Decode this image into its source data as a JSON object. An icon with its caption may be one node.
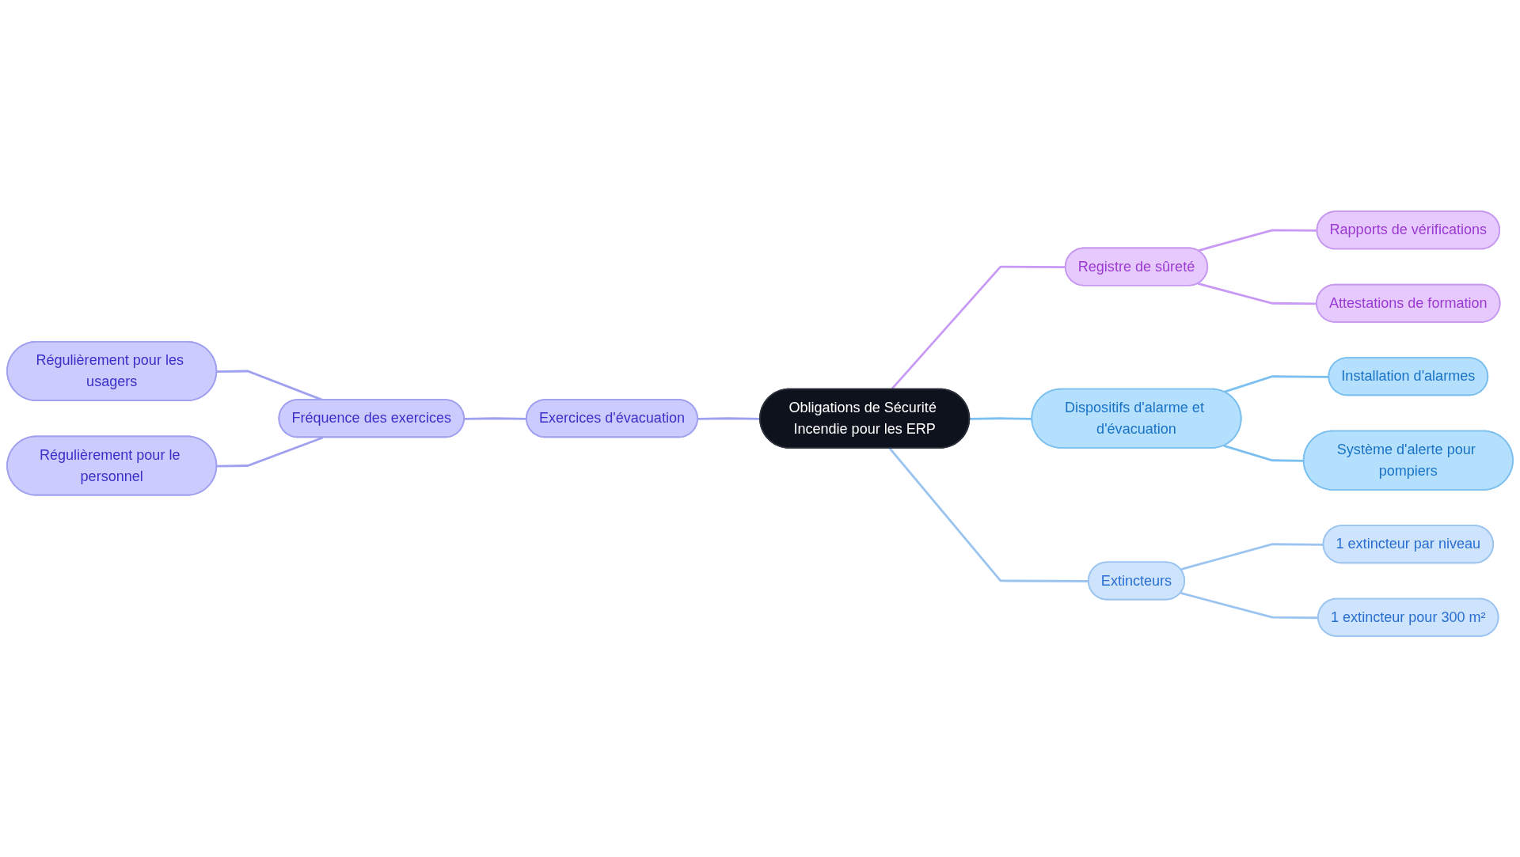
{
  "diagram": {
    "nodes": [
      {
        "text": [
          "Obligations de Sécurité Incendie pour les ERP"
        ]
      },
      {
        "text": [
          "Exercices d'évacuation"
        ]
      },
      {
        "text": [
          "Fréquence des exercices"
        ]
      },
      {
        "text": [
          "Régulièrement pour les usagers"
        ]
      },
      {
        "text": [
          "Régulièrement pour le personnel"
        ]
      },
      {
        "text": [
          "Registre de sûreté"
        ]
      },
      {
        "text": [
          "Rapports de vérifications"
        ]
      },
      {
        "text": [
          "Attestations de formation"
        ]
      },
      {
        "text": [
          "Dispositifs d'alarme et d'évacuation"
        ]
      },
      {
        "text": [
          "Installation d'alarmes"
        ]
      },
      {
        "text": [
          "Système d'alerte pour pompiers"
        ]
      },
      {
        "text": [
          "Extincteurs"
        ]
      },
      {
        "text": [
          "1 extincteur par niveau"
        ]
      },
      {
        "text": [
          "1 extincteur pour 300 m²"
        ]
      }
    ],
    "edges": [
      {
        "from": 1,
        "to": 0,
        "arrow": "none"
      },
      {
        "from": 2,
        "to": 1,
        "arrow": "none"
      },
      {
        "from": 3,
        "to": 2,
        "arrow": "none"
      },
      {
        "from": 4,
        "to": 2,
        "arrow": "none"
      },
      {
        "from": 0,
        "to": 5,
        "arrow": "none",
        "color": "#c89af5"
      },
      {
        "from": 5,
        "to": 6,
        "arrow": "none",
        "color": "#c89af5"
      },
      {
        "from": 5,
        "to": 7,
        "arrow": "none",
        "color": "#c89af5"
      },
      {
        "from": 0,
        "to": 8,
        "arrow": "none",
        "color": "#7cc0ef"
      },
      {
        "from": 8,
        "to": 9,
        "arrow": "none",
        "color": "#7cc0ef"
      },
      {
        "from": 8,
        "to": 10,
        "arrow": "none",
        "color": "#7cc0ef"
      },
      {
        "from": 0,
        "to": 11,
        "arrow": "none",
        "color": "#9cc4f0"
      },
      {
        "from": 11,
        "to": 12,
        "arrow": "none",
        "color": "#9cc4f0"
      },
      {
        "from": 11,
        "to": 13,
        "arrow": "none",
        "color": "#9cc4f0"
      }
    ]
  }
}
